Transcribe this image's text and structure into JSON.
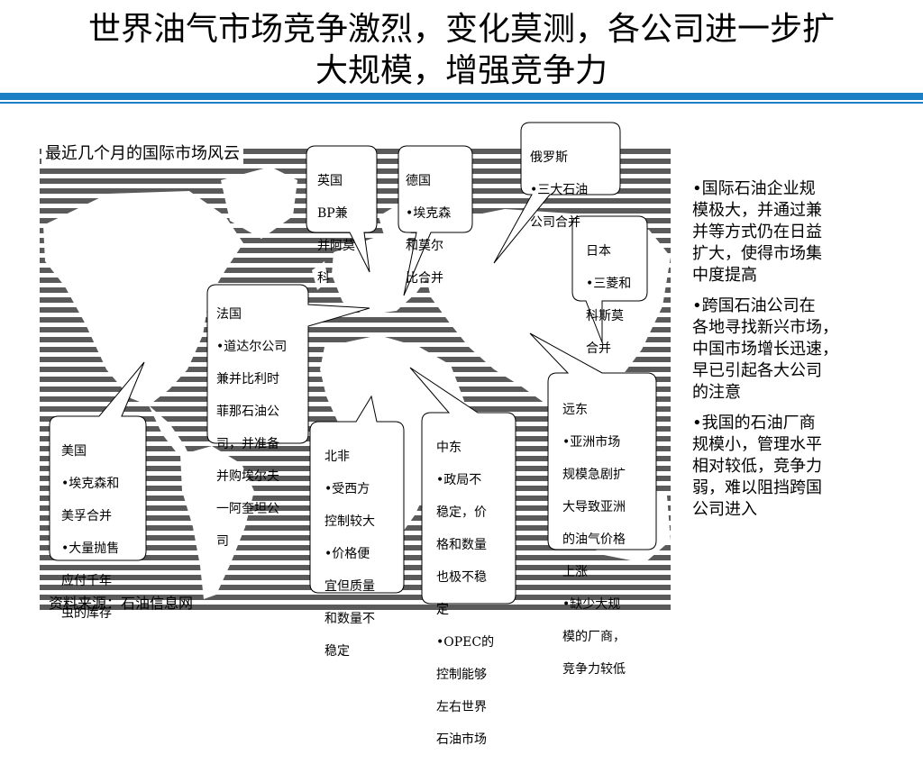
{
  "title": {
    "line1": "世界油气市场竞争激烈，变化莫测，各公司进一步扩",
    "line2": "大规模，增强竞争力"
  },
  "colors": {
    "accent": "#1d7fc4",
    "stripe": "#5a5a5a",
    "land": "#ffffff"
  },
  "map": {
    "subtitle": "最近几个月的国际市场风云"
  },
  "callouts": {
    "uk": {
      "lines": [
        "英国",
        "BP兼",
        "并阿莫",
        "科"
      ]
    },
    "germany": {
      "lines": [
        "德国",
        "•埃克森",
        "和莫尔",
        "比合并"
      ]
    },
    "russia": {
      "lines": [
        "俄罗斯",
        "•三大石油",
        "公司合并"
      ]
    },
    "japan": {
      "lines": [
        "日本",
        "•三菱和",
        "科斯莫",
        "合并"
      ]
    },
    "france": {
      "lines": [
        "法国",
        "•道达尔公司",
        "兼并比利时",
        "菲那石油公",
        "司，并准备",
        "并购埃尔夫",
        "一阿奎坦公",
        "司"
      ]
    },
    "usa": {
      "lines": [
        "美国",
        "•埃克森和",
        "美孚合并",
        "•大量抛售",
        "应付千年",
        "虫的库存"
      ]
    },
    "nafrica": {
      "lines": [
        "北非",
        "•受西方",
        "控制较大",
        "•价格便",
        "宜但质量",
        "和数量不",
        "稳定"
      ]
    },
    "mideast": {
      "lines": [
        "中东",
        "•政局不",
        "稳定，价",
        "格和数量",
        "也极不稳",
        "定",
        "•OPEC的",
        "控制能够",
        "左右世界",
        "石油市场"
      ]
    },
    "fareast": {
      "lines": [
        "远东",
        "•亚洲市场",
        "规模急剧扩",
        "大导致亚洲",
        "的油气价格",
        "上涨",
        "•缺少大规",
        "模的厂商，",
        "竞争力较低"
      ]
    }
  },
  "bullets": [
    "•国际石油企业规\n模极大，并通过兼\n并等方式仍在日益\n扩大，使得市场集\n中度提高",
    "•跨国石油公司在\n各地寻找新兴市场，\n中国市场增长迅速，\n早已引起各大公司\n的注意",
    "•我国的石油厂商\n规模小，管理水平\n相对较低，竞争力\n弱，难以阻挡跨国\n公司进入"
  ],
  "source": "资料来源：石油信息网"
}
